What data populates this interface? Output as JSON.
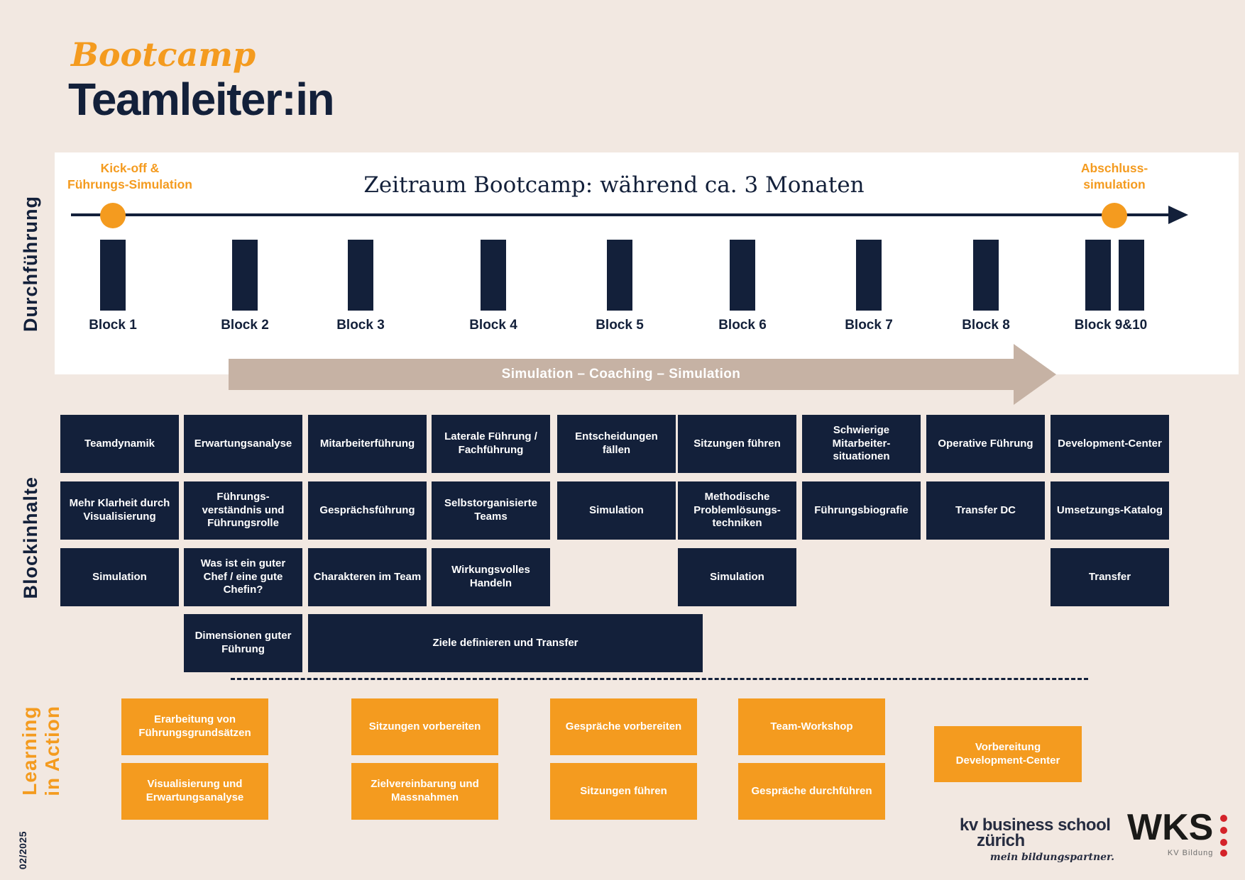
{
  "colors": {
    "navy": "#13203a",
    "orange": "#f49b1f",
    "tan": "#c6b2a4",
    "background": "#f2e8e1",
    "red": "#d4232a",
    "logo_navy": "#262c40",
    "logo_grey": "#6e6e6d",
    "wks_black": "#1a1a18"
  },
  "title": {
    "kicker": "Bootcamp",
    "main": "Teamleiter:in"
  },
  "rail": {
    "durchfuehrung": "Durchführung",
    "blockinhalte": "Blockinhalte",
    "learning": "Learning\nin Action",
    "date": "02/2025"
  },
  "timeline": {
    "start_label": "Kick-off &\nFührungs-Simulation",
    "center_label": "Zeitraum Bootcamp: während ca. 3 Monaten",
    "end_label": "Abschluss-\nsimulation",
    "blocks": [
      "Block 1",
      "Block 2",
      "Block 3",
      "Block 4",
      "Block 5",
      "Block 6",
      "Block 7",
      "Block 8",
      "Block 9&10"
    ]
  },
  "flow_arrow": {
    "label": "Simulation – Coaching – Simulation"
  },
  "blockinhalte": {
    "row1": [
      "Teamdynamik",
      "Erwartungsanalyse",
      "Mitarbeiterführung",
      "Laterale Führung / Fachführung",
      "Entscheidungen fällen",
      "Sitzungen führen",
      "Schwierige Mitarbeiter-situationen",
      "Operative Führung",
      "Development-Center"
    ],
    "row2": [
      "Mehr Klarheit durch Visualisierung",
      "Führungs-verständnis und Führungsrolle",
      "Gesprächsführung",
      "Selbstorganisierte Teams",
      "Simulation",
      "Methodische Problemlösungs-techniken",
      "Führungsbiografie",
      "Transfer DC",
      "Umsetzungs-Katalog"
    ],
    "row3": [
      "Simulation",
      "Was ist ein guter Chef / eine gute Chefin?",
      "Charakteren im Team",
      "Wirkungsvolles Handeln",
      "Simulation",
      "Transfer"
    ],
    "row4": [
      "Dimensionen guter Führung",
      "Ziele definieren und Transfer"
    ]
  },
  "learning_in_action": {
    "row1": [
      "Erarbeitung von Führungsgrundsätzen",
      "Sitzungen vorbereiten",
      "Gespräche vorbereiten",
      "Team-Workshop"
    ],
    "row2": [
      "Visualisierung und Erwartungsanalyse",
      "Zielvereinbarung und Massnahmen",
      "Sitzungen führen",
      "Gespräche durchführen"
    ],
    "offset": "Vorbereitung Development-Center"
  },
  "footer": {
    "kv_line1": "kv business school",
    "kv_line2": "zürich",
    "kv_tagline": "mein bildungspartner.",
    "wks": "WKS",
    "wks_sub": "KV Bildung"
  }
}
